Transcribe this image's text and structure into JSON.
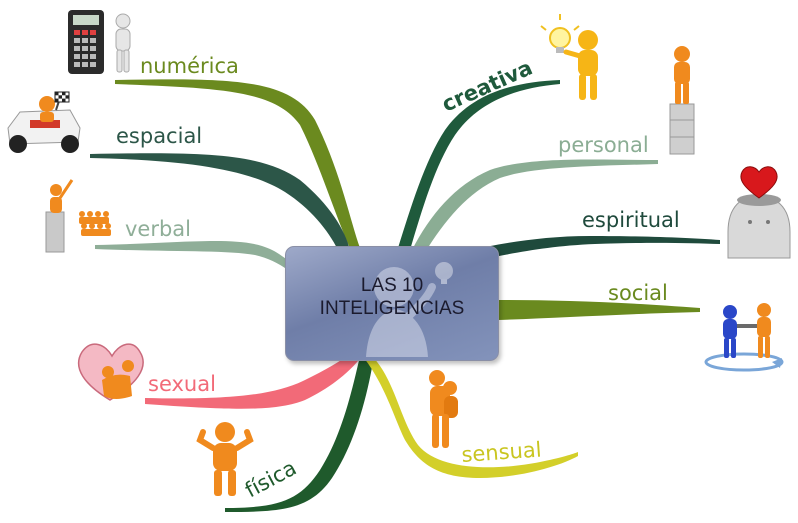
{
  "center": {
    "line1": "LAS  10",
    "line2": "INTELIGENCIAS"
  },
  "branches": [
    {
      "key": "numerica",
      "label": "numérica",
      "color": "#6b8a1f"
    },
    {
      "key": "espacial",
      "label": "espacial",
      "color": "#2c5648"
    },
    {
      "key": "verbal",
      "label": "verbal",
      "color": "#8fae98"
    },
    {
      "key": "sexual",
      "label": "sexual",
      "color": "#f26a78"
    },
    {
      "key": "fisica",
      "label": "física",
      "color": "#1f5a2c"
    },
    {
      "key": "sensual",
      "label": "sensual",
      "color": "#d3cf2a"
    },
    {
      "key": "creativa",
      "label": "creativa",
      "color": "#1f5a3c"
    },
    {
      "key": "personal",
      "label": "personal",
      "color": "#8bad94"
    },
    {
      "key": "espiritual",
      "label": "espiritual",
      "color": "#1f4a3c"
    },
    {
      "key": "social",
      "label": "social",
      "color": "#6a8a1f"
    }
  ],
  "icons": [
    "calculator-figure-icon",
    "race-car-icon",
    "teacher-pointing-icon",
    "heart-couple-icon",
    "strong-figure-icon",
    "hugging-figures-icon",
    "lightbulb-figure-icon",
    "thinker-on-blocks-icon",
    "heart-head-icon",
    "handshake-figures-icon"
  ]
}
